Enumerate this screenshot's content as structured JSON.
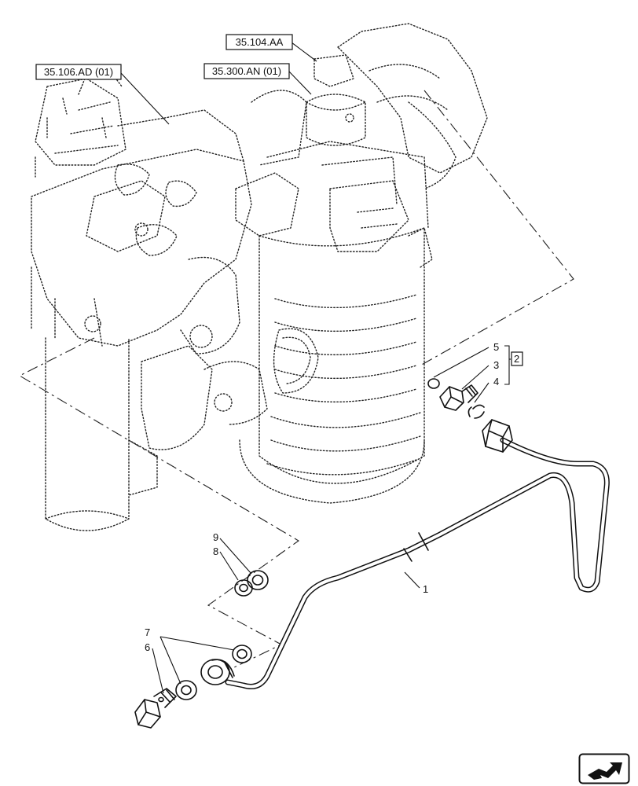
{
  "references": {
    "ref_35_104": "35.104.AA",
    "ref_35_106": "35.106.AD (01)",
    "ref_35_300": "35.300.AN (01)"
  },
  "callouts": {
    "c1": "1",
    "c2": "2",
    "c3": "3",
    "c4": "4",
    "c5": "5",
    "c6": "6",
    "c7": "7",
    "c8": "8",
    "c9": "9"
  },
  "nav_icon": "next-page-arrow-icon"
}
